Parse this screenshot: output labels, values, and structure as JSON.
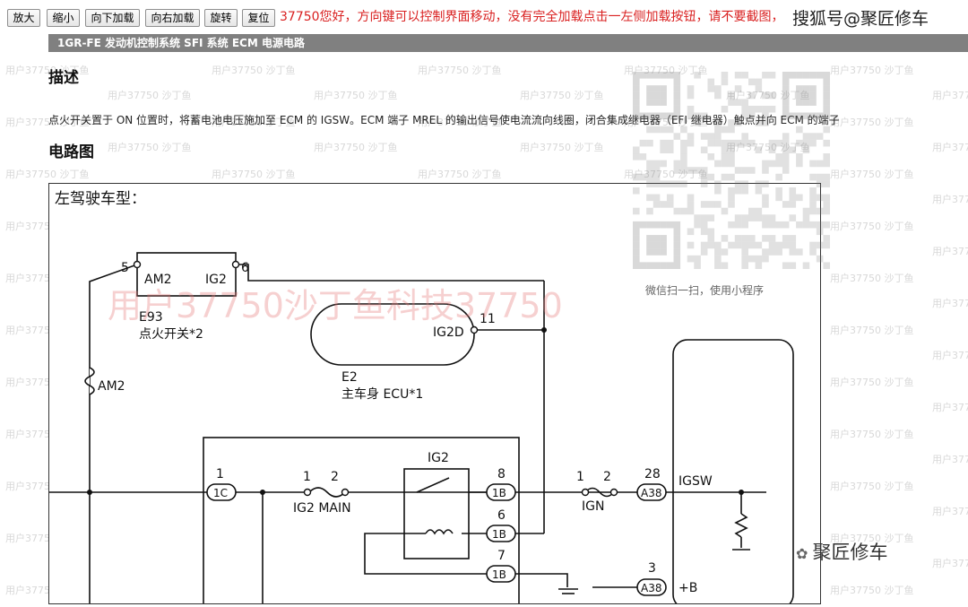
{
  "toolbar": {
    "buttons": [
      "放大",
      "缩小",
      "向下加载",
      "向右加载",
      "旋转",
      "复位"
    ],
    "notice": "37750您好，方向键可以控制界面移动，没有完全加载点击一左侧加载按钮，请不要截图，",
    "watermark": "搜狐号@聚匠修车"
  },
  "page": {
    "title": "1GR-FE 发动机控制系统 SFI 系统 ECM 电源电路",
    "description_heading": "描述",
    "description": "点火开关置于 ON 位置时，将蓄电池电压施加至 ECM 的 IGSW。ECM 端子 MREL 的输出信号使电流流向线圈，闭合集成继电器（EFI 继电器）触点并向 ECM 的端子",
    "circuit_heading": "电路图"
  },
  "overlay": {
    "wechat_scan": "微信扫一扫，使用小程序",
    "big_watermark": "用户37750沙丁鱼科技37750",
    "bottom_watermark": "聚匠修车",
    "bg_text": "用户37750 沙丁鱼"
  },
  "diagram": {
    "section_label": "左驾驶车型：",
    "switch": {
      "pin_left": "5",
      "label_left": "AM2",
      "label_right": "IG2",
      "pin_right": "6",
      "code": "E93",
      "name": "点火开关*2"
    },
    "ecu": {
      "pin": "11",
      "label": "IG2D",
      "code": "E2",
      "name": "主车身 ECU*1"
    },
    "fuse_am2": "AM2",
    "conn_1c": {
      "pin": "1",
      "label": "1C"
    },
    "fuse_ig2main": {
      "pin1": "1",
      "pin2": "2",
      "label": "IG2 MAIN"
    },
    "relay_ig2": "IG2",
    "conn_1b": [
      {
        "pin": "8",
        "label": "1B"
      },
      {
        "pin": "6",
        "label": "1B"
      },
      {
        "pin": "7",
        "label": "1B"
      }
    ],
    "fuse_ign": {
      "pin1": "1",
      "pin2": "2",
      "label": "IGN"
    },
    "ecm_a38_igsw": {
      "pin": "28",
      "label": "A38",
      "signal": "IGSW"
    },
    "ecm_a38_b": {
      "pin": "3",
      "label": "A38",
      "signal": "+B"
    }
  }
}
